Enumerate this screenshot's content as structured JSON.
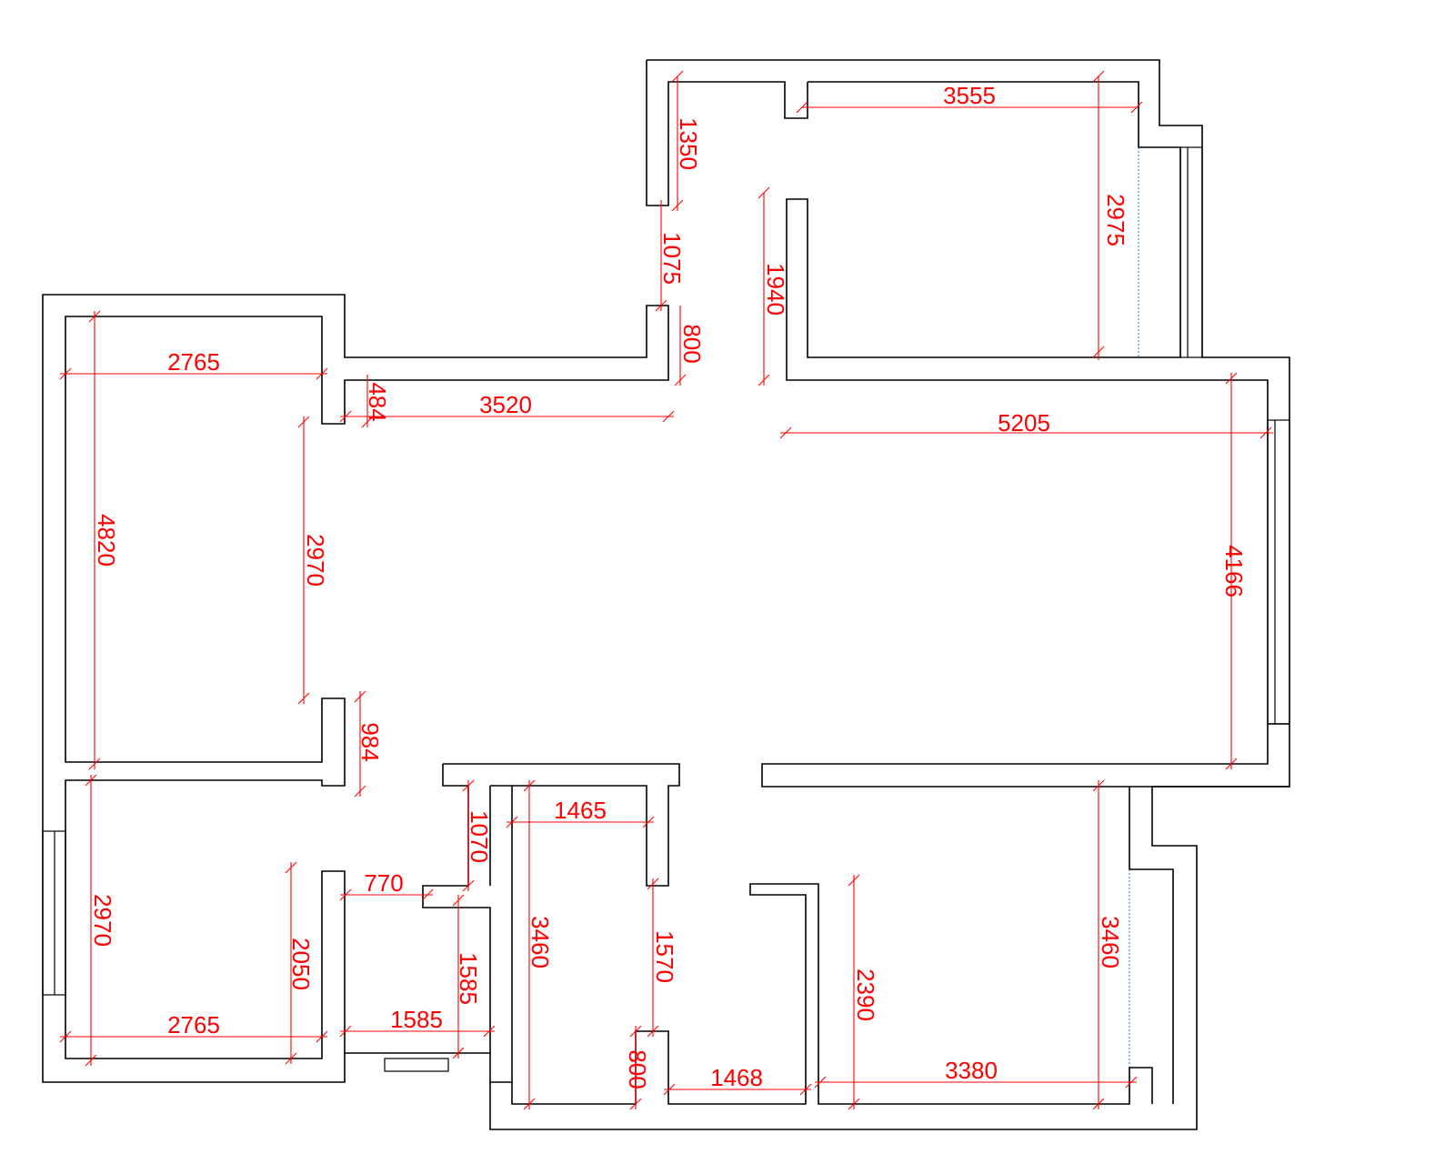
{
  "colors": {
    "wall": "#000000",
    "dimension": "#ff0000",
    "window_glass": "#2a6fd6",
    "background": "#ffffff"
  },
  "dimensions": {
    "d3555": "3555",
    "d1350": "1350",
    "d2975": "2975",
    "d1075": "1075",
    "d1940": "1940",
    "d800_top": "800",
    "d2765_top": "2765",
    "d484": "484",
    "d3520": "3520",
    "d5205": "5205",
    "d4820": "4820",
    "d2970_mid": "2970",
    "d4166": "4166",
    "d984": "984",
    "d1070": "1070",
    "d1465": "1465",
    "d2970_left": "2970",
    "d770": "770",
    "d2050": "2050",
    "d1585_v": "1585",
    "d3460_left": "3460",
    "d1570": "1570",
    "d2390": "2390",
    "d3460_right": "3460",
    "d2765_bottom": "2765",
    "d1585_h": "1585",
    "d800_bottom": "800",
    "d1468": "1468",
    "d3380": "3380"
  }
}
